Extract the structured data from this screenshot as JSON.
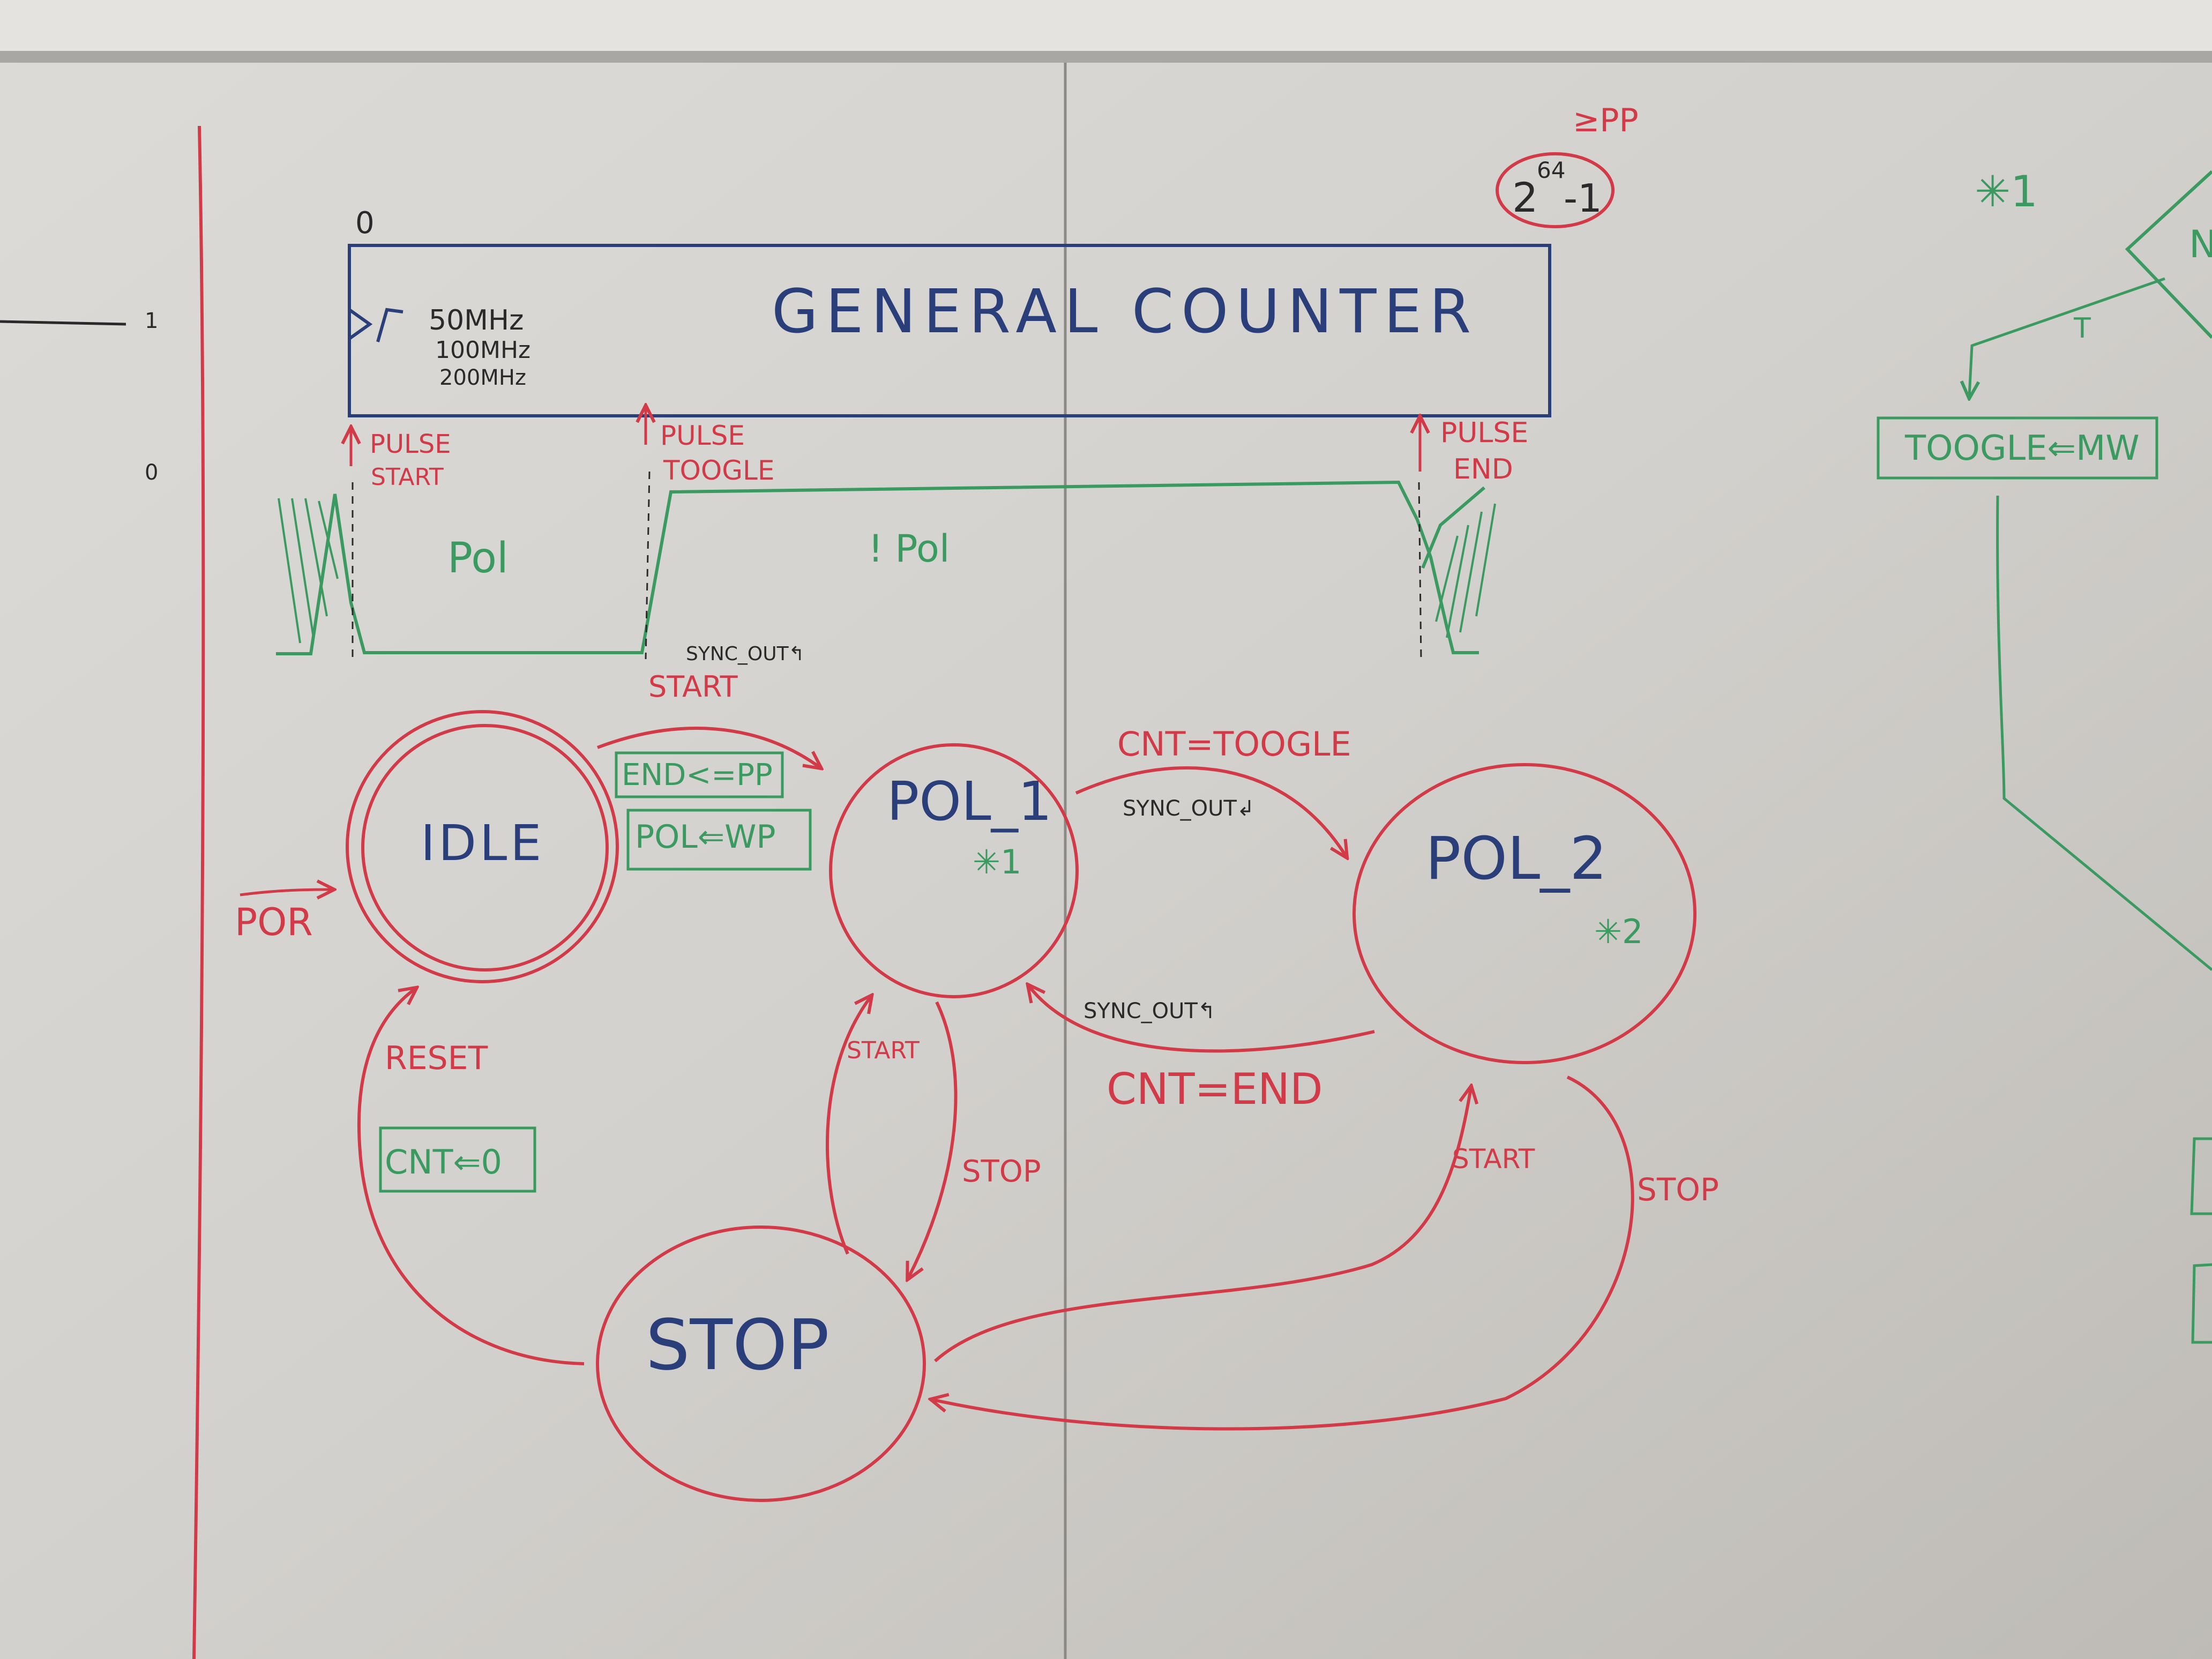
{
  "counter": {
    "zero_label": "0",
    "title": "GENERAL COUNTER",
    "clock_1": "50MHz",
    "clock_2": "100MHz",
    "clock_3": "200MHz",
    "max_value_base": "2",
    "max_value_exponent": "64",
    "max_value_suffix": "-1",
    "max_value_note": "≥PP"
  },
  "signal": {
    "high_label": "1",
    "low_label": "0",
    "pulse_start": [
      "PULSE",
      "START"
    ],
    "pulse_toggle": [
      "PULSE",
      "TOOGLE"
    ],
    "pulse_end": [
      "PULSE",
      "END"
    ],
    "phase_1": "Pol",
    "phase_2": "! Pol"
  },
  "fsm": {
    "states": {
      "idle": "IDLE",
      "pol1": "POL_1",
      "pol2": "POL_2",
      "stop": "STOP"
    },
    "markers": {
      "pol1": "✳1",
      "pol2": "✳2"
    },
    "transitions": {
      "por": "POR",
      "idle_to_pol1_sync": "SYNC_OUT↰",
      "idle_to_pol1_event": "START",
      "idle_to_pol1_action_1": "END<=PP",
      "idle_to_pol1_action_2": "POL⇐WP",
      "pol1_to_pol2_cond": "CNT=TOOGLE",
      "pol1_to_pol2_sync": "SYNC_OUT↲",
      "pol2_to_pol1_sync": "SYNC_OUT↰",
      "pol2_to_pol1_cond": "CNT=END",
      "stop_to_idle_event": "RESET",
      "stop_to_idle_action": "CNT⇐0",
      "stop_to_pol1": "START",
      "pol1_to_stop": "STOP",
      "stop_to_pol2": "START",
      "pol2_to_stop": "STOP"
    }
  },
  "side": {
    "marker": "✳1",
    "branch_label": "T",
    "partial_node": "N",
    "action_box": "TOOGLE⇐MW"
  },
  "colors": {
    "board": "#cfcdc9",
    "red": "#d23a48",
    "blue": "#2a3f7a",
    "green": "#3a9a60",
    "black": "#2a2a2a"
  }
}
